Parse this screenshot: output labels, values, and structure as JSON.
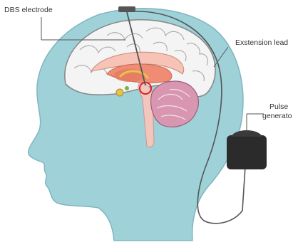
{
  "labels": {
    "electrode": "DBS electrode",
    "extension": "Exstension lead",
    "generator_line1": "Pulse",
    "generator_line2": "generato"
  },
  "colors": {
    "head": "#9fd1d8",
    "head_outline": "#7fb6bf",
    "brain": "#f4f4f4",
    "brain_outline": "#8a8a8a",
    "deep_structures": "#f3a58f",
    "brainstem": "#f3c6bd",
    "cerebellum": "#d896b0",
    "target_ring": "#d4202a",
    "lead": "#555555",
    "generator": "#2b2b2b"
  }
}
